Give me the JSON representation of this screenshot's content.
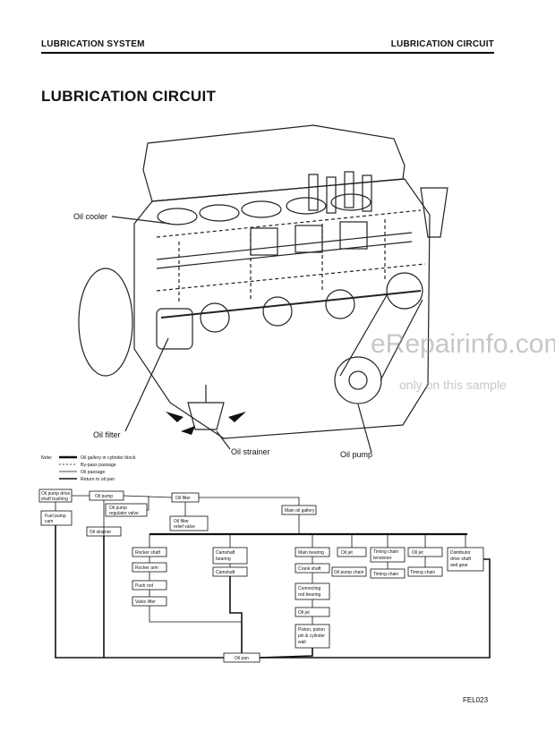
{
  "header": {
    "left": "LUBRICATION SYSTEM",
    "right": "LUBRICATION CIRCUIT"
  },
  "title": "LUBRICATION CIRCUIT",
  "engine_labels": {
    "oil_cooler": "Oil cooler",
    "oil_filter": "Oil filter",
    "oil_strainer": "Oil strainer",
    "oil_pump": "Oil pump"
  },
  "legend": {
    "note": "Note:",
    "items": [
      "Oil gallery in cylinder block",
      "By-pass passage",
      "Oil passage",
      "Return to oil pan"
    ]
  },
  "flow": {
    "pump_drive": [
      "Oil pump drive",
      "shaft bushing"
    ],
    "oil_pump": "Oil pump",
    "fuel_pump": [
      "Fuel pump",
      "cam"
    ],
    "oil_strainer": "Oil strainer",
    "pump_regulator": [
      "Oil pump",
      "regulator valve"
    ],
    "oil_filter": "Oil filter",
    "filter_relief": [
      "Oil filter",
      "relief valve"
    ],
    "main_gallery": "Main oil gallery",
    "rocker": [
      "Rocker shaft",
      "Rocker arm",
      "Push rod",
      "Valve lifter"
    ],
    "camshaft": [
      "Camshaft",
      "bearing",
      "Camshaft"
    ],
    "main": [
      "Main bearing",
      "Crank shaft",
      "Connecting",
      "rod bearing",
      "Oil jet",
      "Piston, piston",
      "pin & cylinder",
      "wall"
    ],
    "oiljet1": [
      "Oil jet",
      "Oil pump chain"
    ],
    "tensioner": [
      "Timing chain",
      "tensioner",
      "Timing chain"
    ],
    "oiljet2": [
      "Oil jet",
      "Timing chain"
    ],
    "distributor": [
      "Distributor",
      "drive shaft",
      "and gear"
    ],
    "oil_pan": "Oil pan"
  },
  "figure_code": "FEL023",
  "watermark": {
    "main": "eRepairinfo.com",
    "sub": "only on this sample"
  }
}
